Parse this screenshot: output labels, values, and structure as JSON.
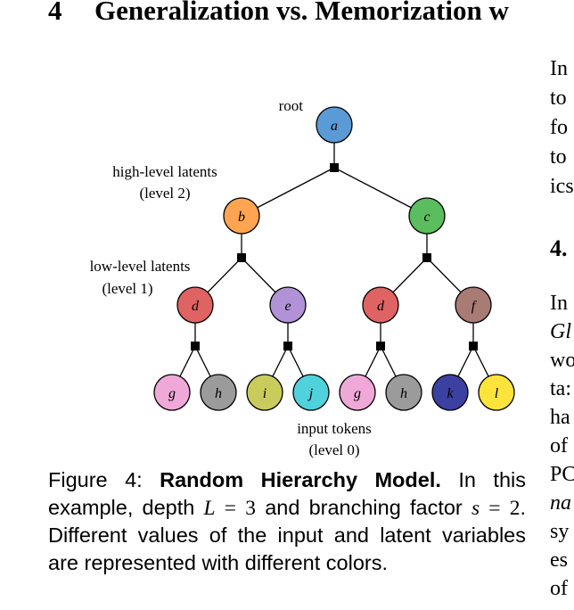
{
  "section": {
    "number": "4",
    "title": "Generalization vs. Memorization w"
  },
  "figure": {
    "labels": {
      "root": "root",
      "high_1": "high-level latents",
      "high_2": "(level 2)",
      "low_1": "low-level latents",
      "low_2": "(level 1)",
      "input_1": "input tokens",
      "input_2": "(level 0)"
    },
    "nodes": [
      {
        "id": "n0",
        "label": "a",
        "color": "#5b9bd5"
      },
      {
        "id": "n1",
        "label": "b",
        "color": "#ffa552"
      },
      {
        "id": "n2",
        "label": "c",
        "color": "#5cbd5e"
      },
      {
        "id": "n3",
        "label": "d",
        "color": "#e06363"
      },
      {
        "id": "n4",
        "label": "e",
        "color": "#b192d6"
      },
      {
        "id": "n5",
        "label": "d",
        "color": "#e06363"
      },
      {
        "id": "n6",
        "label": "f",
        "color": "#a87b74"
      },
      {
        "id": "n7",
        "label": "g",
        "color": "#f0a8d8"
      },
      {
        "id": "n8",
        "label": "h",
        "color": "#9b9b9b"
      },
      {
        "id": "n9",
        "label": "i",
        "color": "#c9cc5d"
      },
      {
        "id": "n10",
        "label": "j",
        "color": "#4fd2dc"
      },
      {
        "id": "n11",
        "label": "g",
        "color": "#f0a8d8"
      },
      {
        "id": "n12",
        "label": "h",
        "color": "#9b9b9b"
      },
      {
        "id": "n13",
        "label": "k",
        "color": "#3c40a0"
      },
      {
        "id": "n14",
        "label": "l",
        "color": "#fde43c"
      }
    ]
  },
  "caption": {
    "figure_label": "Figure 4:",
    "title": "Random Hierarchy Model.",
    "t1": "In this example, depth",
    "L": "L",
    "eq": "=",
    "L_val": "3",
    "t2": "and branching factor",
    "s": "s",
    "s_val": "2",
    "t3": ". Different values of the input and latent variables are represented with different colors."
  },
  "right_column": {
    "lines": [
      "In",
      "to",
      "fo",
      "to",
      "ics"
    ],
    "subsection": "4.",
    "lines2": [
      "In",
      "Gl",
      "wo",
      "ta:",
      "ha",
      "of",
      "PC",
      "na",
      "sy",
      "es",
      "of"
    ]
  }
}
